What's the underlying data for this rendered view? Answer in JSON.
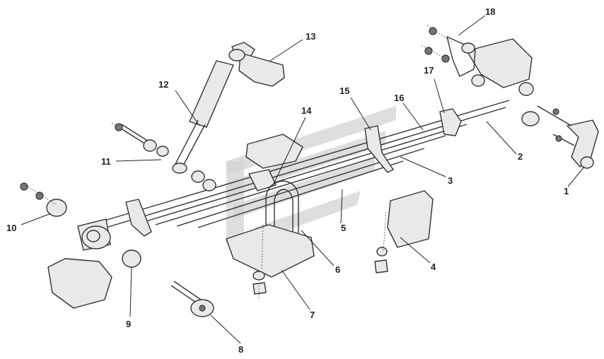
{
  "diagram": {
    "callouts": [
      {
        "id": "callout-1",
        "label": "1"
      },
      {
        "id": "callout-2",
        "label": "2"
      },
      {
        "id": "callout-3",
        "label": "3"
      },
      {
        "id": "callout-4",
        "label": "4"
      },
      {
        "id": "callout-5",
        "label": "5"
      },
      {
        "id": "callout-6",
        "label": "6"
      },
      {
        "id": "callout-7",
        "label": "7"
      },
      {
        "id": "callout-8",
        "label": "8"
      },
      {
        "id": "callout-9",
        "label": "9"
      },
      {
        "id": "callout-10",
        "label": "10"
      },
      {
        "id": "callout-11",
        "label": "11"
      },
      {
        "id": "callout-12",
        "label": "12"
      },
      {
        "id": "callout-13",
        "label": "13"
      },
      {
        "id": "callout-14",
        "label": "14"
      },
      {
        "id": "callout-15",
        "label": "15"
      },
      {
        "id": "callout-16",
        "label": "16"
      },
      {
        "id": "callout-17",
        "label": "17"
      },
      {
        "id": "callout-18",
        "label": "18"
      }
    ],
    "colors": {
      "line": "#333333",
      "text": "#222222",
      "watermark": "#d3d3d3",
      "background": "#ffffff"
    }
  }
}
